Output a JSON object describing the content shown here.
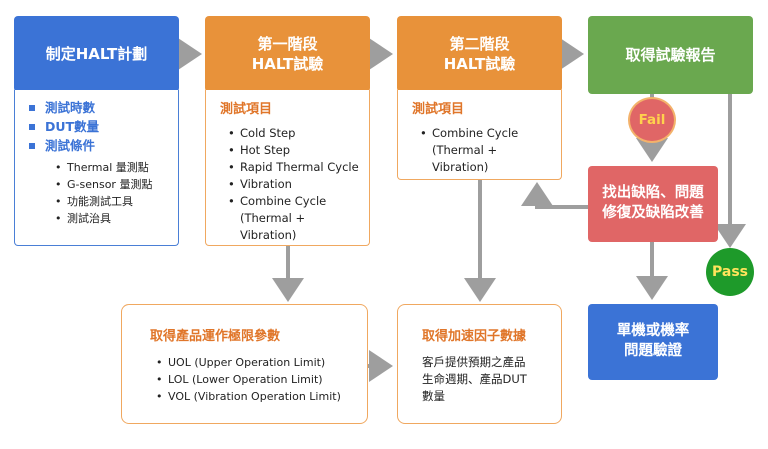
{
  "plan": {
    "title": "制定HALT計劃",
    "items": [
      "測試時數",
      "DUT數量",
      "測試條件"
    ],
    "sub_items": [
      "Thermal 量測點",
      "G-sensor 量測點",
      "功能測試工具",
      "測試治具"
    ]
  },
  "stage1": {
    "title_line1": "第一階段",
    "title_line2": "HALT試驗",
    "section": "測試項目",
    "items": [
      "Cold Step",
      "Hot Step",
      "Rapid Thermal Cycle",
      "Vibration",
      "Combine Cycle"
    ],
    "items_cont": "(Thermal + Vibration)"
  },
  "stage2": {
    "title_line1": "第二階段",
    "title_line2": "HALT試驗",
    "section": "測試項目",
    "items": [
      "Combine Cycle"
    ],
    "items_cont": "(Thermal + Vibration)"
  },
  "report": {
    "title": "取得試驗報告"
  },
  "fail_label": "Fail",
  "pass_label": "Pass",
  "fix": {
    "line1": "找出缺陷、問題",
    "line2": "修復及缺陷改善"
  },
  "verify": {
    "line1": "單機或機率",
    "line2": "問題驗證"
  },
  "limits": {
    "title": "取得產品運作極限參數",
    "items": [
      "UOL (Upper Operation Limit)",
      "LOL (Lower Operation Limit)",
      "VOL (Vibration Operation Limit)"
    ]
  },
  "accel": {
    "title": "取得加速因子數據",
    "lines": [
      "客戶提供預期之產品",
      "生命週期、產品DUT",
      "數量"
    ]
  },
  "colors": {
    "blue": "#3b73d6",
    "orange": "#e8923a",
    "green": "#6aa84f",
    "red": "#e06666",
    "arrow": "#9e9e9e",
    "pass": "#1e9a2a"
  }
}
